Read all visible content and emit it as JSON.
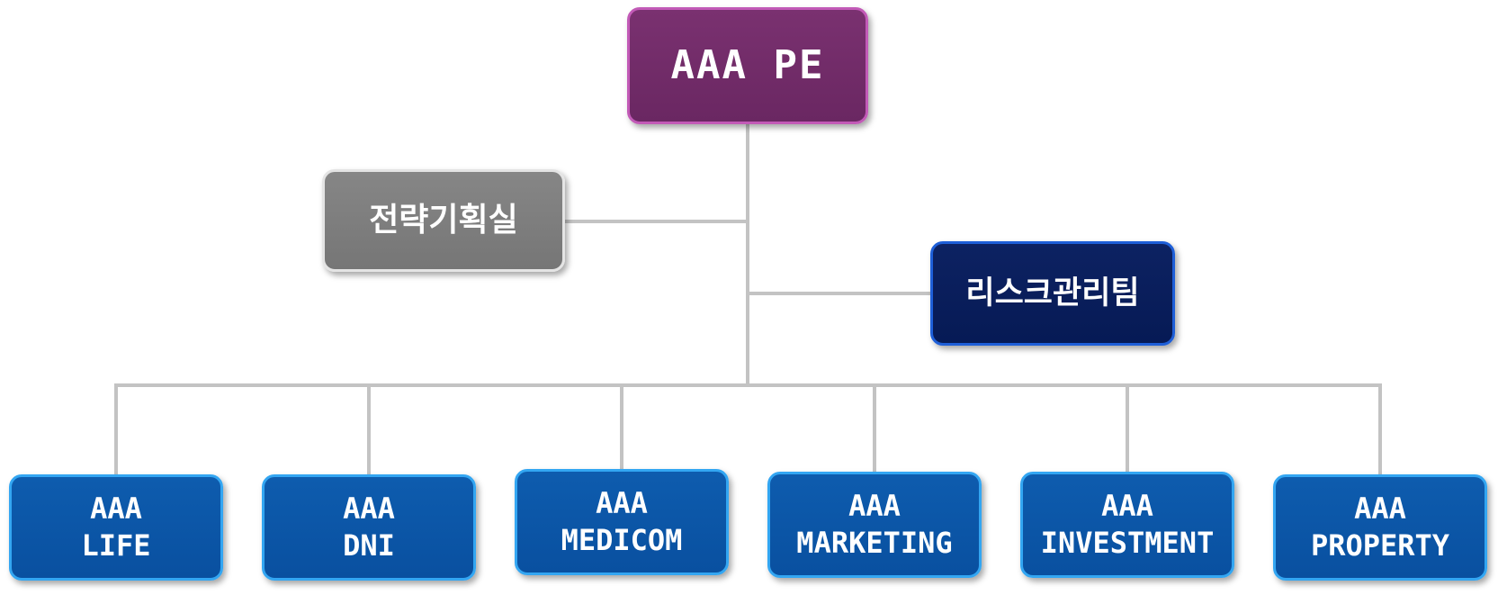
{
  "org": {
    "root": {
      "label": "AAA PE"
    },
    "staff_left": {
      "label": "전략기획실"
    },
    "staff_right": {
      "label": "리스크관리팀"
    },
    "subsidiaries": [
      {
        "line1": "AAA",
        "line2": "LIFE"
      },
      {
        "line1": "AAA",
        "line2": "DNI"
      },
      {
        "line1": "AAA",
        "line2": "MEDICOM"
      },
      {
        "line1": "AAA",
        "line2": "MARKETING"
      },
      {
        "line1": "AAA",
        "line2": "INVESTMENT"
      },
      {
        "line1": "AAA",
        "line2": "PROPERTY"
      }
    ]
  },
  "colors": {
    "root": "#6e2a66",
    "staff_left": "#7f7f7f",
    "staff_right": "#0a1f5c",
    "subsidiary": "#0b57a6",
    "connector": "#c3c3c3"
  }
}
